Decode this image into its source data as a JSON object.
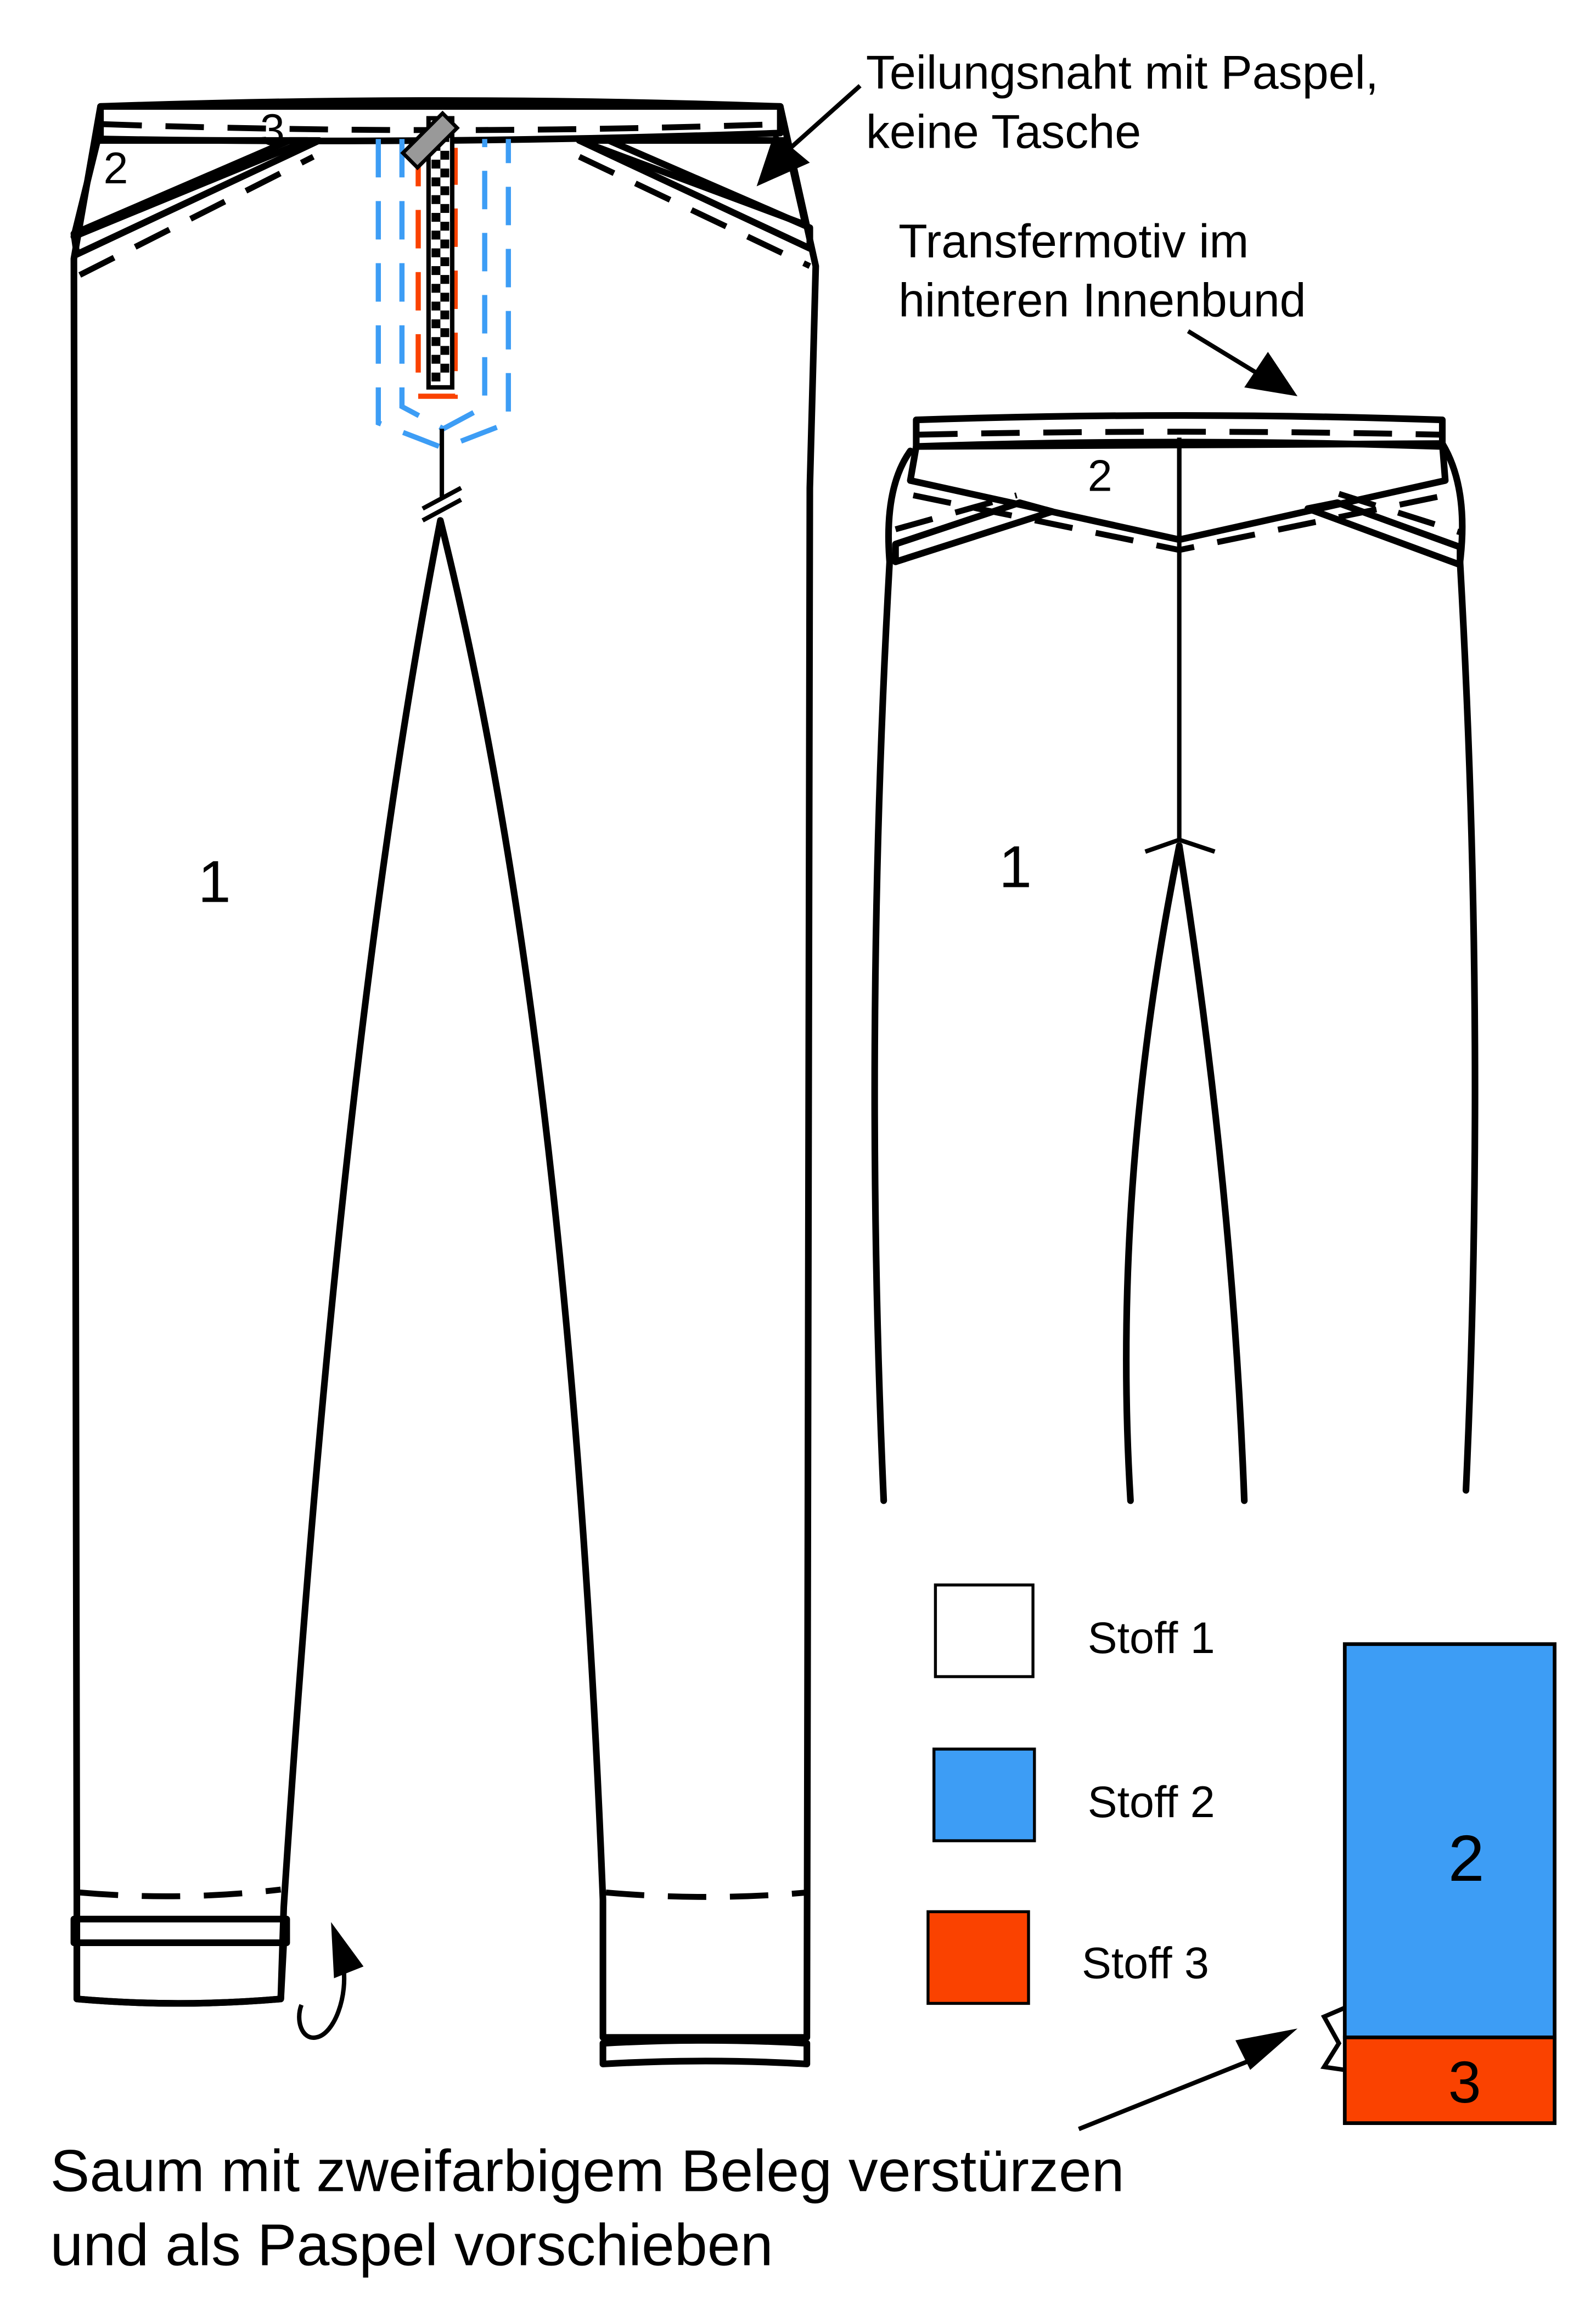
{
  "colors": {
    "stoff1": "#ffffff",
    "stoff2": "#3d9df5",
    "stoff3": "#fa4200",
    "outline": "#000000",
    "stitch_blue": "#3d9df5",
    "stitch_orange": "#fa4200",
    "zipper_pull": "#999999"
  },
  "annotations": {
    "teilungsnaht_line1": "Teilungsnaht mit Paspel,",
    "teilungsnaht_line2": "keine Tasche",
    "transfer_line1": "Transfermotiv im",
    "transfer_line2": "hinteren Innenbund",
    "saum_line1": "Saum mit zweifarbigem Beleg verstürzen",
    "saum_line2": "und als Paspel vorschieben"
  },
  "front_view": {
    "label_panel1": "1",
    "label_panel2": "2",
    "label_panel3": "3"
  },
  "back_view": {
    "label_panel1": "1",
    "label_panel2": "2"
  },
  "legend": {
    "items": [
      {
        "label": "Stoff 1"
      },
      {
        "label": "Stoff 2"
      },
      {
        "label": "Stoff 3"
      }
    ]
  },
  "hem_detail": {
    "label_top": "2",
    "label_bottom": "3"
  }
}
